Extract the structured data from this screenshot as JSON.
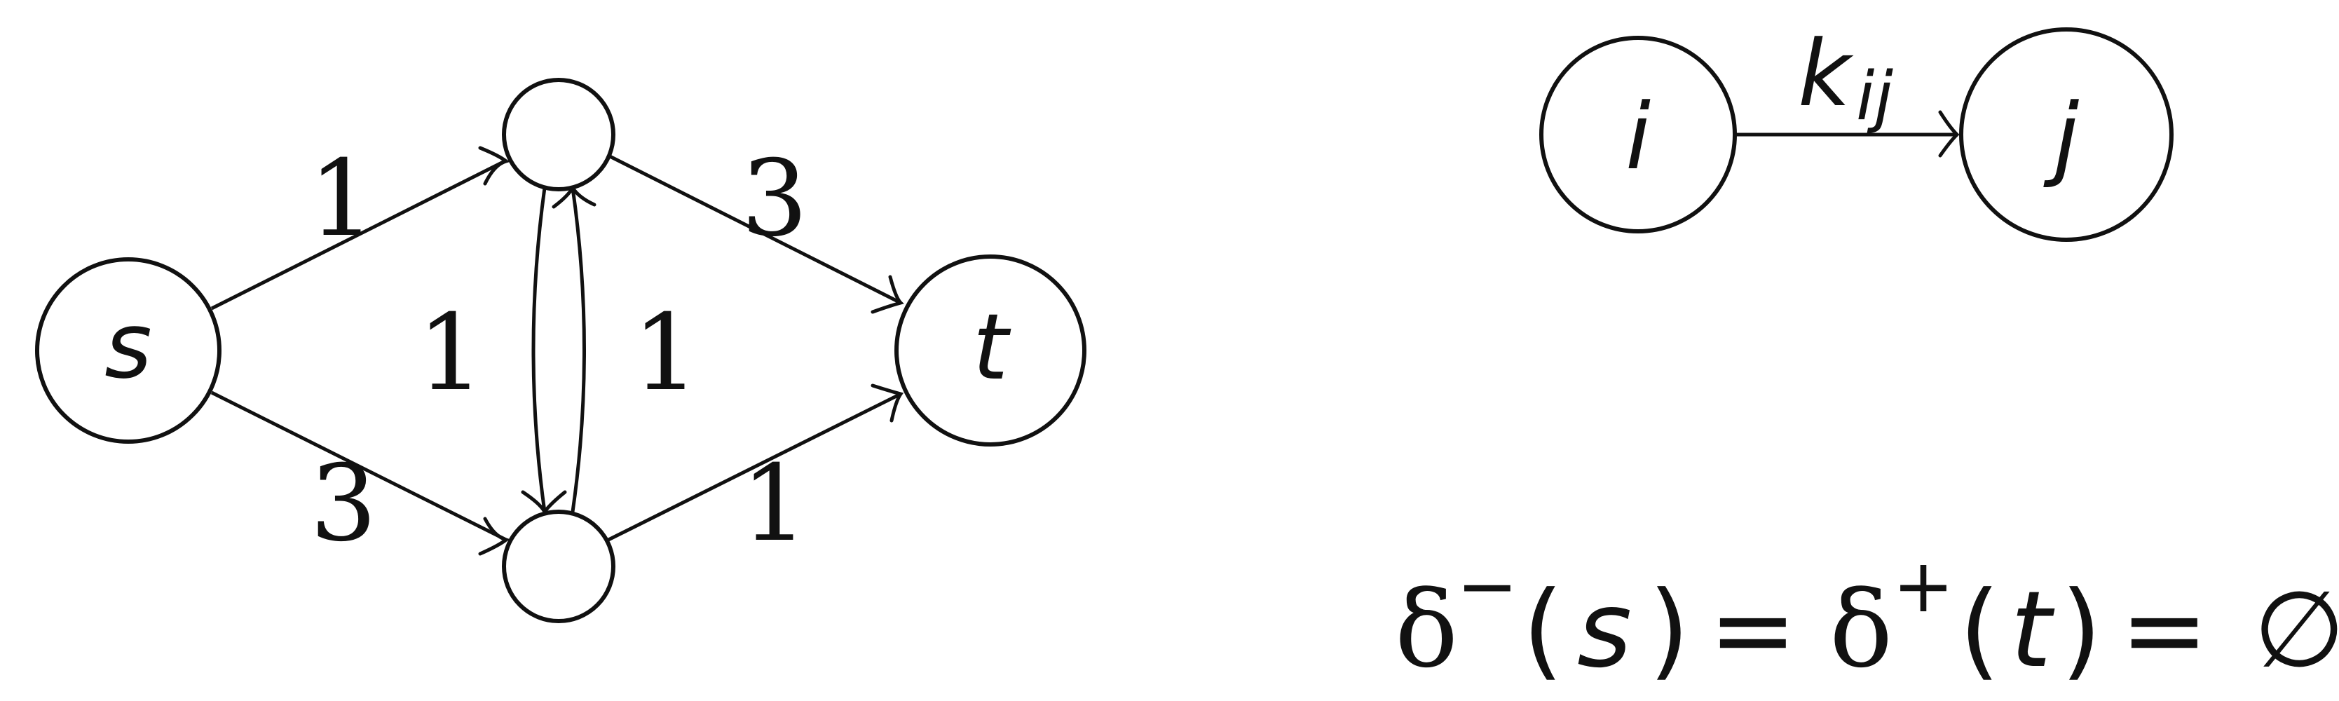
{
  "network": {
    "nodes": {
      "source": "s",
      "sink": "t",
      "top": "",
      "bottom": ""
    },
    "weights": {
      "s_top": "1",
      "s_bottom": "3",
      "top_t": "3",
      "bottom_t": "1",
      "top_bottom": "1",
      "bottom_top": "1"
    }
  },
  "edge_legend": {
    "tail": "i",
    "head": "j",
    "capacity_base": "k",
    "capacity_sub": "ij"
  },
  "formula": {
    "delta": "δ",
    "minus": "−",
    "plus": "+",
    "open": "(",
    "close": ")",
    "s": "s",
    "t": "t",
    "equals": "=",
    "empty": "∅"
  }
}
